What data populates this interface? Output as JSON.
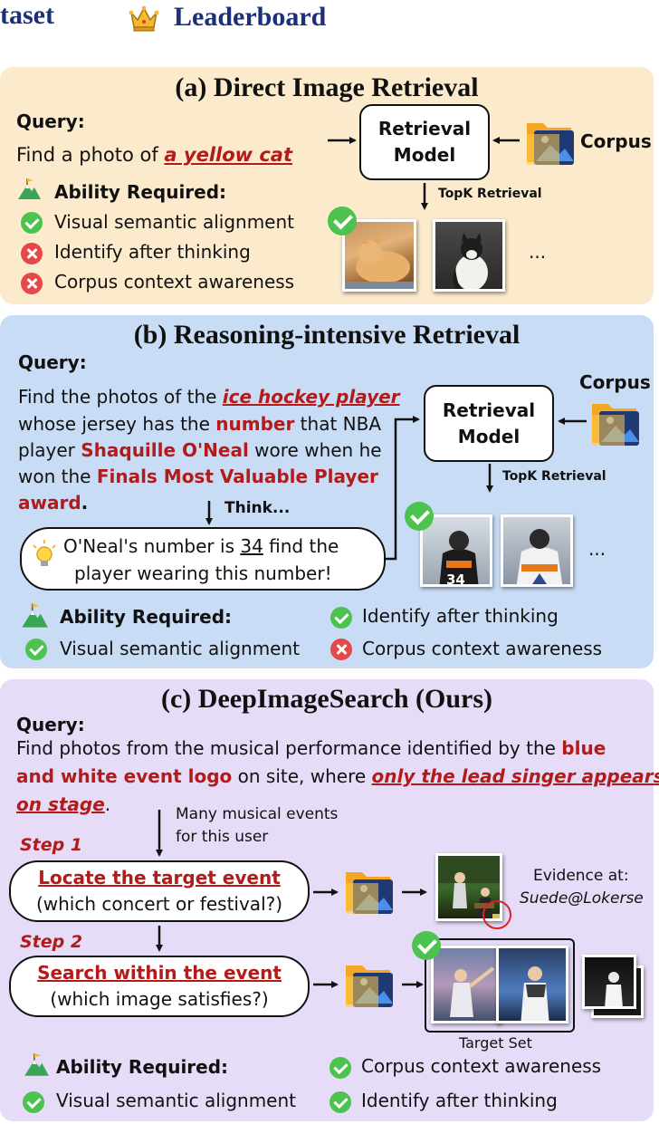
{
  "header": {
    "dataset_link": "taset",
    "leaderboard_link": "Leaderboard"
  },
  "colors": {
    "panel_a": "#fbeacb",
    "panel_b": "#c9dcf5",
    "panel_c": "#e6dcf8",
    "accent_red": "#b31b1b",
    "check_green": "#4cc24f",
    "cross_red": "#e54848"
  },
  "panel_a": {
    "title": "(a) Direct Image Retrieval",
    "query_label": "Query:",
    "query_prefix": "Find a photo of ",
    "query_highlight": "a yellow cat",
    "model_line1": "Retrieval",
    "model_line2": "Model",
    "corpus_label": "Corpus",
    "topk_label": "TopK Retrieval",
    "ability_label": "Ability Required:",
    "abilities": [
      {
        "text": "Visual semantic alignment",
        "status": "check"
      },
      {
        "text": "Identify after thinking",
        "status": "cross"
      },
      {
        "text": "Corpus context awareness",
        "status": "cross"
      }
    ],
    "more": "..."
  },
  "panel_b": {
    "title": "(b) Reasoning-intensive Retrieval",
    "query_label": "Query:",
    "q1_prefix": "Find the photos of the ",
    "q1_highlight": "ice hockey player",
    "q2_prefix": "whose jersey has the ",
    "q2_highlight": "number",
    "q2_suffix": " that NBA",
    "q3_prefix": "player ",
    "q3_highlight": "Shaquille O'Neal",
    "q3_suffix": " wore when he",
    "q4_prefix": "won the ",
    "q4_highlight": "Finals Most Valuable Player",
    "q5_highlight": "award",
    "q5_suffix": ".",
    "think_label": "Think...",
    "thought_prefix": "O'Neal's number is ",
    "thought_number": "34",
    "thought_suffix": " find the",
    "thought_line2": "player wearing this number!",
    "model_line1": "Retrieval",
    "model_line2": "Model",
    "corpus_label": "Corpus",
    "topk_label": "TopK Retrieval",
    "ability_label": "Ability Required:",
    "abilities": [
      {
        "text": "Identify after thinking",
        "status": "check"
      },
      {
        "text": "Visual semantic alignment",
        "status": "check"
      },
      {
        "text": "Corpus context awareness",
        "status": "cross"
      }
    ],
    "jersey_number": "34",
    "more": "..."
  },
  "panel_c": {
    "title": "(c) DeepImageSearch (Ours)",
    "query_label": "Query:",
    "q1_prefix": "Find photos from the musical performance identified by the ",
    "q1_highlight": "blue",
    "q2_highlight": "and white event logo",
    "q2_middle": " on site, where ",
    "q2_highlight2": "only the lead singer appears",
    "q3_highlight": "on stage",
    "q3_suffix": ".",
    "note_line1": "Many musical events",
    "note_line2": "for this user",
    "step1_label": "Step 1",
    "step1_title": "Locate the target event",
    "step1_sub": "(which concert or festival?)",
    "step2_label": "Step 2",
    "step2_title": "Search within the event",
    "step2_sub": "(which image satisfies?)",
    "evidence_line1": "Evidence at:",
    "evidence_line2": "Suede@Lokerse",
    "target_set_label": "Target Set",
    "ability_label": "Ability Required:",
    "abilities": [
      {
        "text": "Corpus context awareness",
        "status": "check"
      },
      {
        "text": "Visual semantic alignment",
        "status": "check"
      },
      {
        "text": "Identify after thinking",
        "status": "check"
      }
    ]
  }
}
